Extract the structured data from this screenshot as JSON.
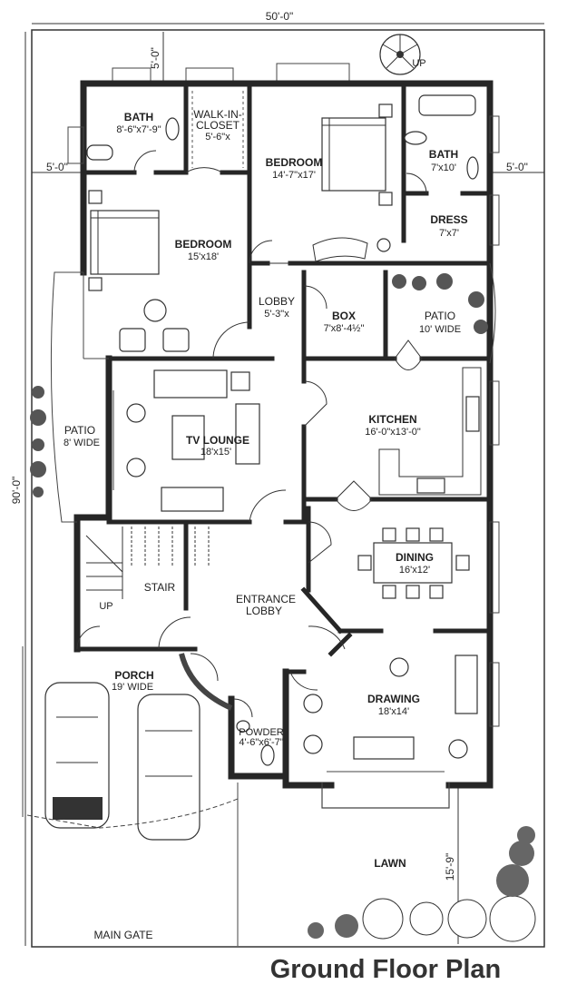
{
  "title": "Ground Floor Plan",
  "dimensions": {
    "top": "50'-0\"",
    "rear_setback": "5'-0\"",
    "left_setback": "5'-0\"",
    "right_setback": "5'-0\"",
    "side": "90'-0\"",
    "front_setback": "15'-9\""
  },
  "rooms": {
    "bath_left": {
      "name": "BATH",
      "size": "8'-6\"x7'-9\""
    },
    "walkin_closet": {
      "name": "WALK-IN-",
      "name2": "CLOSET",
      "size": "5'-6\"x"
    },
    "bedroom_master": {
      "name": "BEDROOM",
      "size": "14'-7\"x17'"
    },
    "bath_right": {
      "name": "BATH",
      "size": "7'x10'"
    },
    "dress": {
      "name": "DRESS",
      "size": "7'x7'"
    },
    "bedroom_left": {
      "name": "BEDROOM",
      "size": "15'x18'"
    },
    "lobby": {
      "name": "LOBBY",
      "size": "5'-3\"x"
    },
    "box": {
      "name": "BOX",
      "size": "7'x8'-4½\""
    },
    "patio_right": {
      "name": "PATIO",
      "size": "10' WIDE"
    },
    "patio_left": {
      "name": "PATIO",
      "size": "8' WIDE"
    },
    "tv_lounge": {
      "name": "TV LOUNGE",
      "size": "18'x15'"
    },
    "kitchen": {
      "name": "KITCHEN",
      "size": "16'-0\"x13'-0\""
    },
    "stair": {
      "name": "STAIR",
      "up": "UP"
    },
    "dining": {
      "name": "DINING",
      "size": "16'x12'"
    },
    "entrance_lobby": {
      "name": "ENTRANCE",
      "name2": "LOBBY"
    },
    "porch": {
      "name": "PORCH",
      "size": "19' WIDE"
    },
    "drawing": {
      "name": "DRAWING",
      "size": "18'x14'"
    },
    "powder": {
      "name": "POWDER",
      "size": "4'-6\"x6'-7\""
    },
    "lawn": {
      "name": "LAWN"
    },
    "main_gate": {
      "name": "MAIN GATE"
    },
    "spiral_stair": {
      "up": "UP"
    }
  }
}
